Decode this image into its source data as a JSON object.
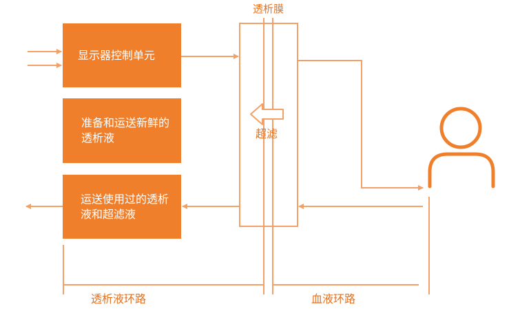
{
  "colors": {
    "accent": "#f07f2b",
    "line": "#f2a066",
    "text_on_accent": "#ffffff",
    "label": "#e4711f"
  },
  "labels": {
    "membrane": "透析膜",
    "ultrafiltration": "超滤",
    "dialysate_loop": "透析液环路",
    "blood_loop": "血液环路"
  },
  "boxes": {
    "monitor_control": "显示器控制单元",
    "fresh_dialysate": "准备和运送新鲜的透析液",
    "used_dialysate": "运送使用过的透析液和超滤液"
  },
  "icons": {
    "patient": "person-icon"
  }
}
